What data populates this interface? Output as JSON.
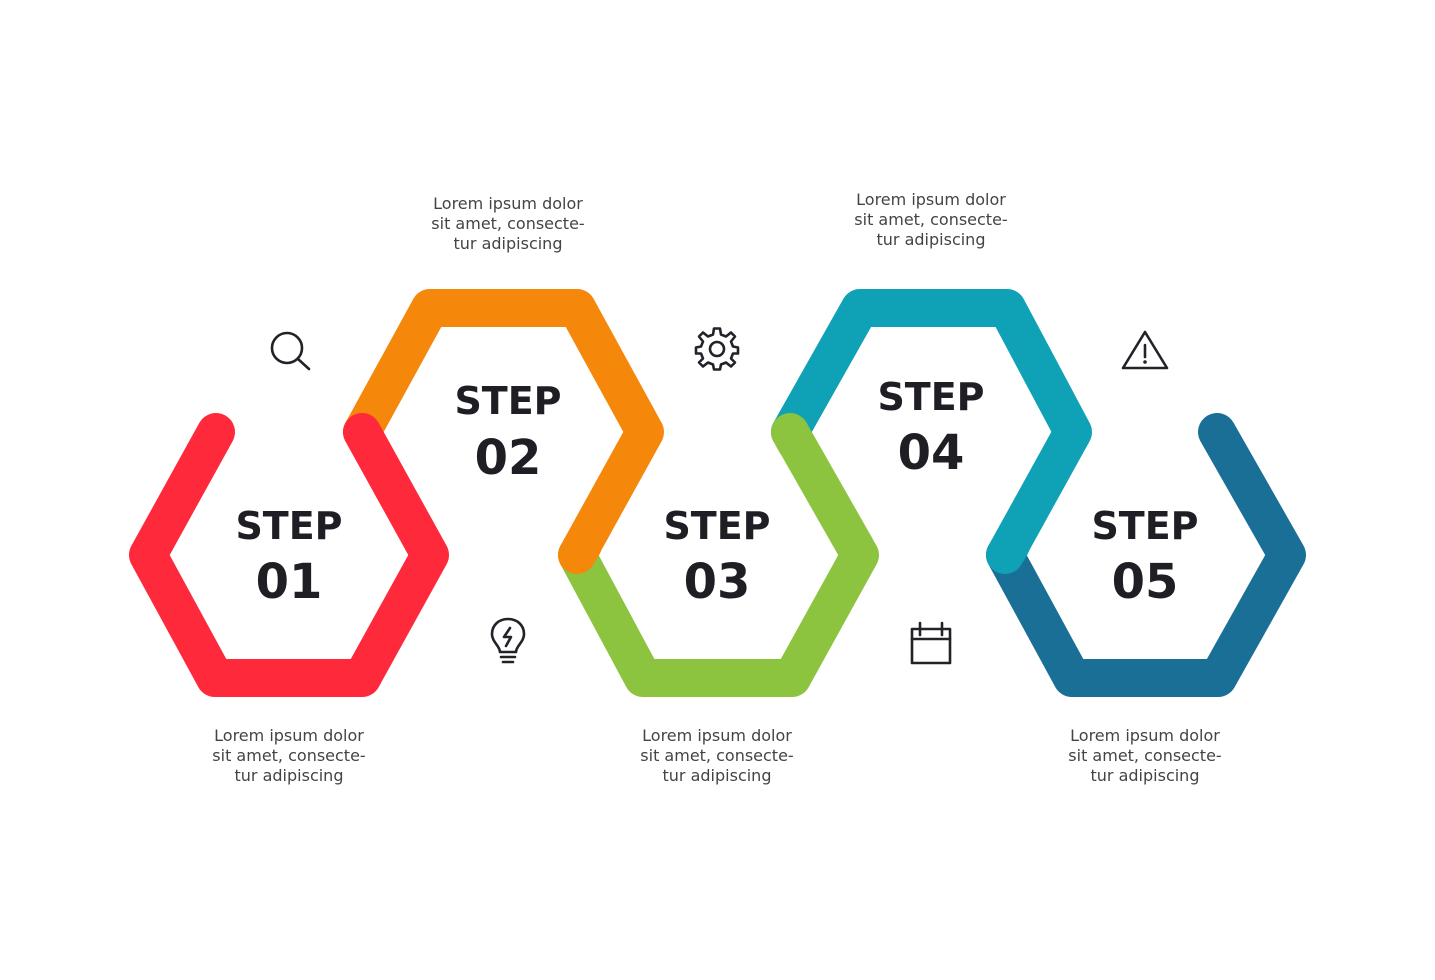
{
  "steps": [
    {
      "word": "STEP",
      "number": "01",
      "color": "#fe2a3b",
      "icon": "magnifier-icon",
      "description": [
        "Lorem ipsum dolor",
        "sit amet, consecte-",
        "tur adipiscing"
      ]
    },
    {
      "word": "STEP",
      "number": "02",
      "color": "#f5870a",
      "icon": "lightbulb-icon",
      "description": [
        "Lorem ipsum dolor",
        "sit amet, consecte-",
        "tur adipiscing"
      ]
    },
    {
      "word": "STEP",
      "number": "03",
      "color": "#8dc43f",
      "icon": "gear-icon",
      "description": [
        "Lorem ipsum dolor",
        "sit amet, consecte-",
        "tur adipiscing"
      ]
    },
    {
      "word": "STEP",
      "number": "04",
      "color": "#0fa1b6",
      "icon": "calendar-icon",
      "description": [
        "Lorem ipsum dolor",
        "sit amet, consecte-",
        "tur adipiscing"
      ]
    },
    {
      "word": "STEP",
      "number": "05",
      "color": "#1a6f97",
      "icon": "warning-icon",
      "description": [
        "Lorem ipsum dolor",
        "sit amet, consecte-",
        "tur adipiscing"
      ]
    }
  ]
}
